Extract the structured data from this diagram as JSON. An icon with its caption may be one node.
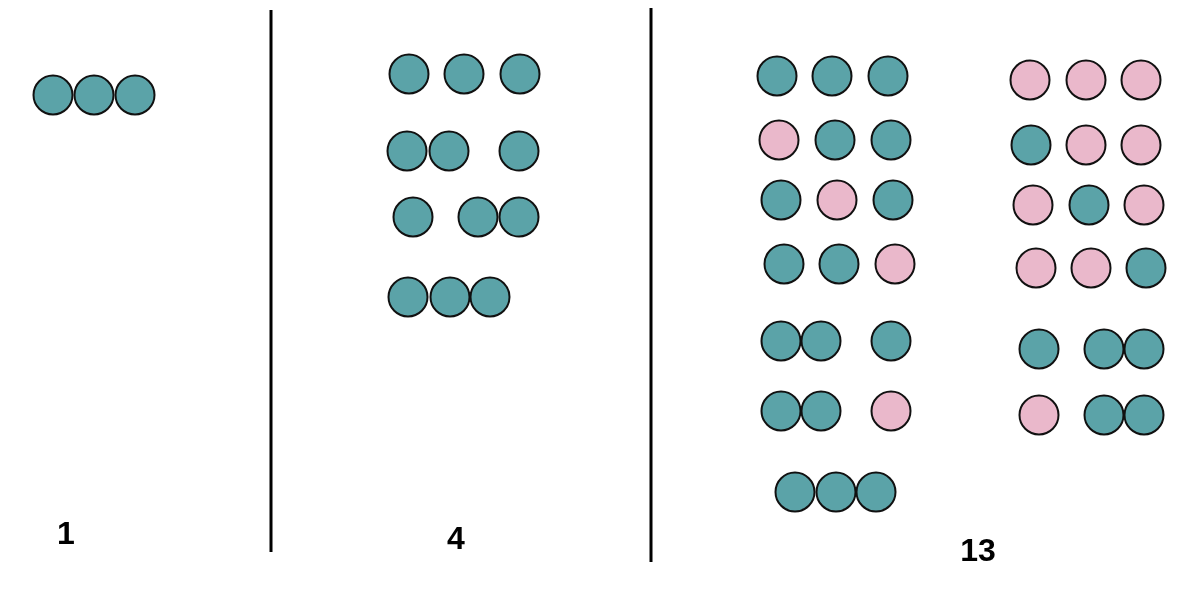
{
  "diagram": {
    "labels": [
      "1",
      "4",
      "13"
    ]
  }
}
